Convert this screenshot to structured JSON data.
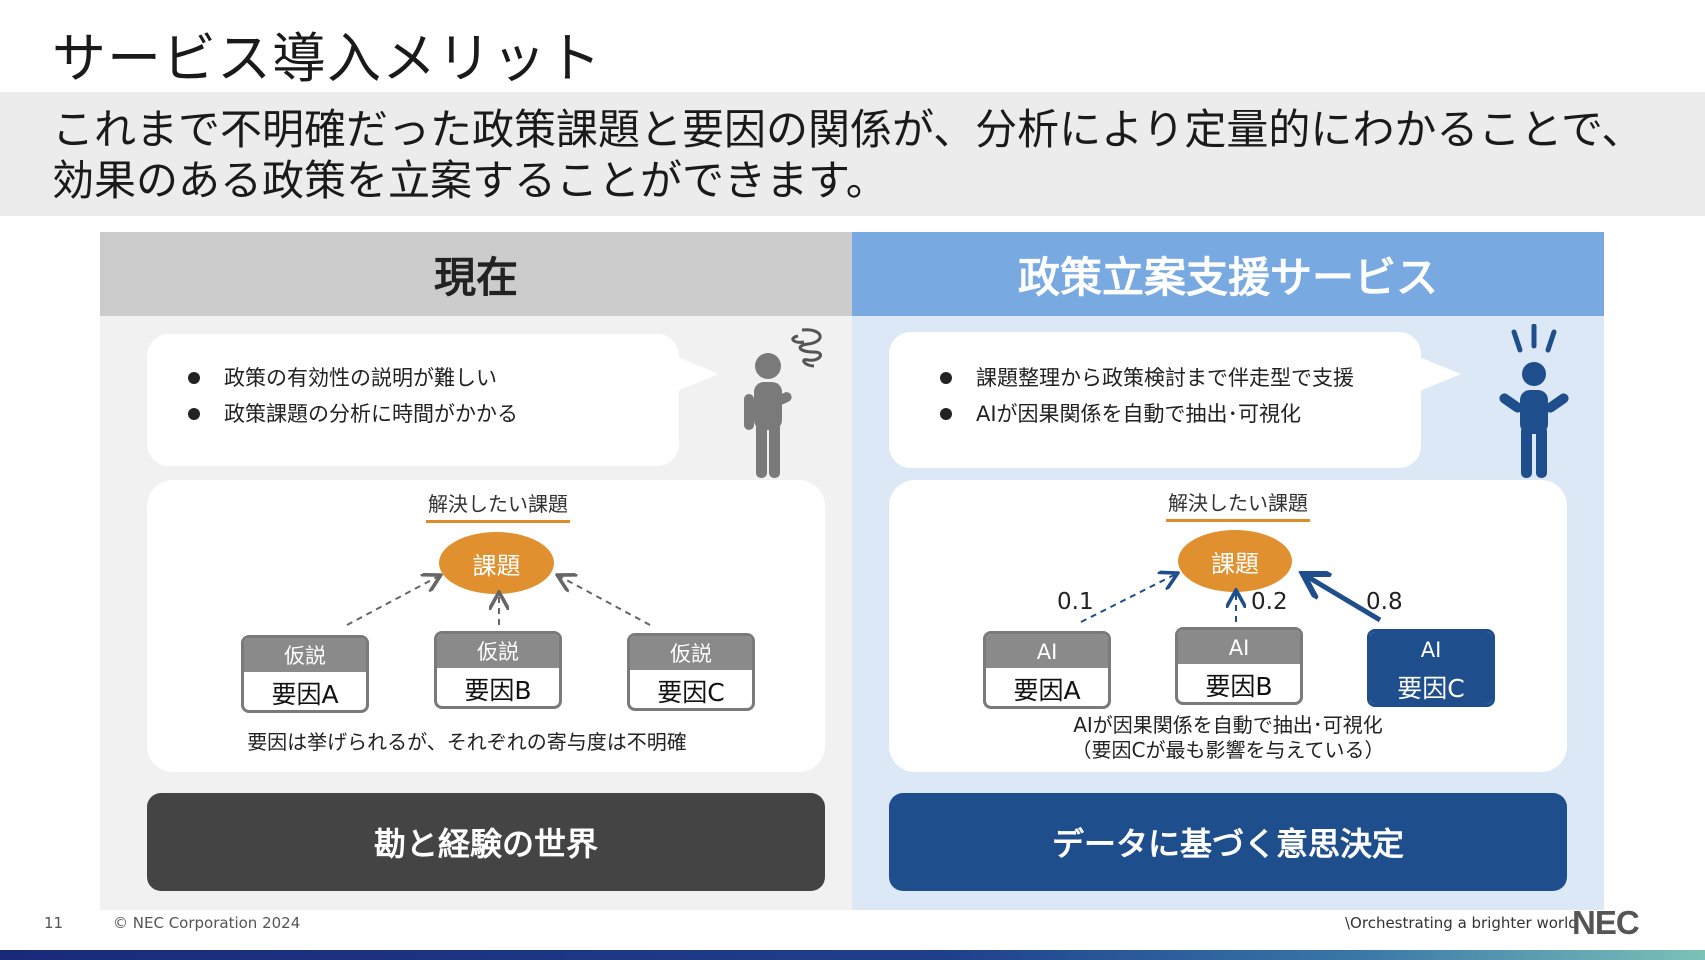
{
  "slide": {
    "title": "サービス導入メリット",
    "summary": "これまで不明確だった政策課題と要因の関係が、分析により定量的にわかることで、効果のある政策を立案することができます。"
  },
  "left": {
    "header": "現在",
    "bullets": [
      "政策の有効性の説明が難しい",
      "政策課題の分析に時間がかかる"
    ],
    "issue_label": "解決したい課題",
    "issue": "課題",
    "factors": [
      {
        "tag": "仮説",
        "name": "要因A"
      },
      {
        "tag": "仮説",
        "name": "要因B"
      },
      {
        "tag": "仮説",
        "name": "要因C"
      }
    ],
    "note": "要因は挙げられるが、それぞれの寄与度は不明確",
    "bottom": "勘と経験の世界"
  },
  "right": {
    "header": "政策立案支援サービス",
    "bullets": [
      "課題整理から政策検討まで伴走型で支援",
      "AIが因果関係を自動で抽出･可視化"
    ],
    "issue_label": "解決したい課題",
    "issue": "課題",
    "factors": [
      {
        "tag": "AI",
        "name": "要因A",
        "coef": "0.1"
      },
      {
        "tag": "AI",
        "name": "要因B",
        "coef": "0.2"
      },
      {
        "tag": "AI",
        "name": "要因C",
        "coef": "0.8"
      }
    ],
    "note_line1": "AIが因果関係を自動で抽出･可視化",
    "note_line2": "（要因Cが最も影響を与えている）",
    "bottom": "データに基づく意思決定"
  },
  "footer": {
    "page": "11",
    "copyright": "© NEC Corporation 2024",
    "tagline": "\\Orchestrating a brighter world",
    "logo": "NEC"
  },
  "colors": {
    "orange": "#e0902e",
    "navy": "#1f4e8c",
    "blue_header": "#78a9e1",
    "dark_box": "#444444"
  }
}
